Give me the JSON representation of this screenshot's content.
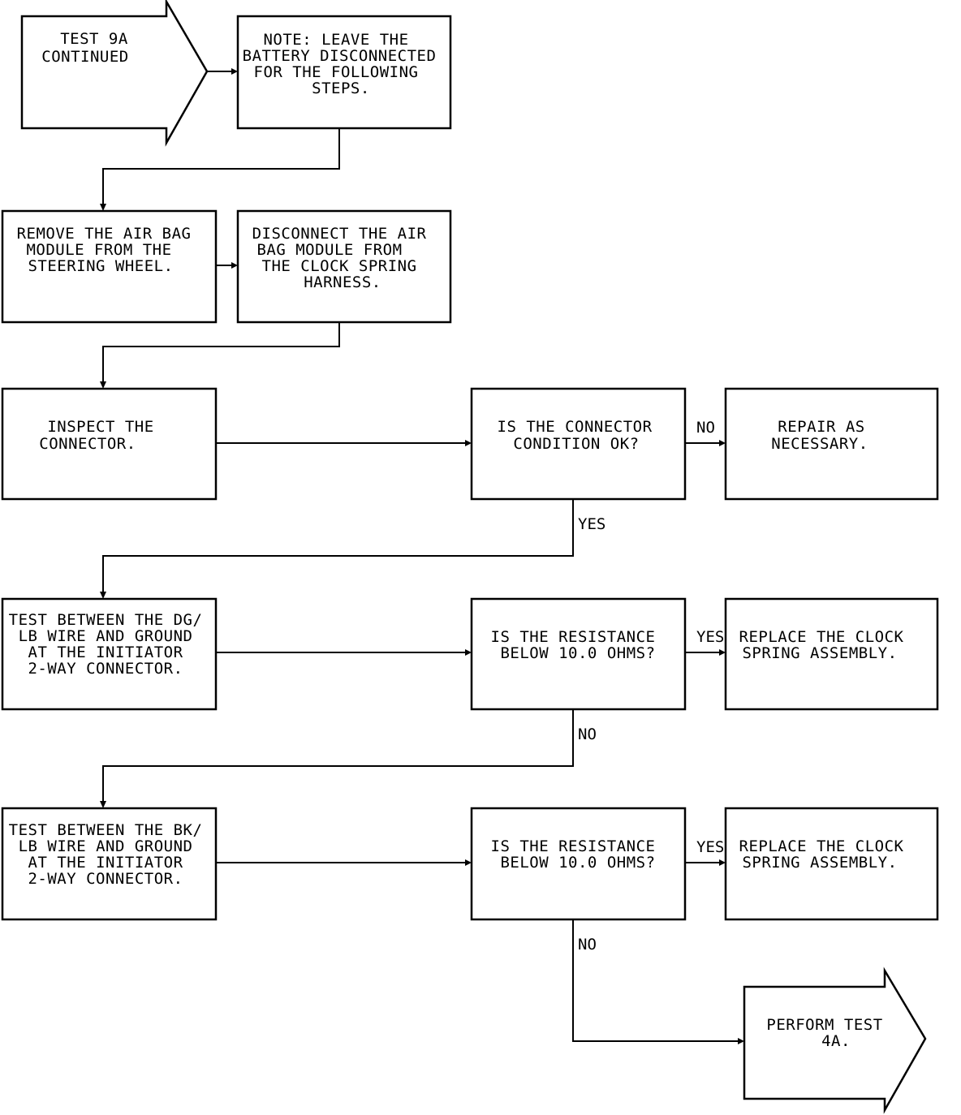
{
  "entry": {
    "lines": [
      "TEST 9A",
      "CONTINUED"
    ]
  },
  "steps": {
    "note": {
      "lines": [
        "NOTE: LEAVE THE",
        "BATTERY DISCONNECTED",
        "FOR THE FOLLOWING",
        "STEPS."
      ]
    },
    "remove_module": {
      "lines": [
        "REMOVE THE AIR BAG",
        "MODULE FROM THE",
        "STEERING WHEEL."
      ]
    },
    "disconnect_module": {
      "lines": [
        "DISCONNECT THE AIR",
        "BAG MODULE FROM",
        "THE CLOCK SPRING",
        "HARNESS."
      ]
    },
    "inspect": {
      "lines": [
        "INSPECT THE",
        "CONNECTOR."
      ]
    },
    "connector_ok": {
      "lines": [
        "IS THE CONNECTOR",
        "CONDITION OK?"
      ]
    },
    "repair": {
      "lines": [
        "REPAIR AS",
        "NECESSARY."
      ]
    },
    "test_dg": {
      "lines": [
        "TEST BETWEEN THE DG/",
        "LB WIRE AND GROUND",
        "AT THE INITIATOR",
        "2-WAY CONNECTOR."
      ]
    },
    "resistance_1": {
      "lines": [
        "IS THE RESISTANCE",
        "BELOW 10.0 OHMS?"
      ]
    },
    "replace_1": {
      "lines": [
        "REPLACE THE CLOCK",
        "SPRING ASSEMBLY."
      ]
    },
    "test_bk": {
      "lines": [
        "TEST BETWEEN THE BK/",
        "LB WIRE AND GROUND",
        "AT THE INITIATOR",
        "2-WAY CONNECTOR."
      ]
    },
    "resistance_2": {
      "lines": [
        "IS THE RESISTANCE",
        "BELOW 10.0 OHMS?"
      ]
    },
    "replace_2": {
      "lines": [
        "REPLACE THE CLOCK",
        "SPRING ASSEMBLY."
      ]
    }
  },
  "exit": {
    "lines": [
      "PERFORM TEST",
      "4A."
    ]
  },
  "branch_labels": {
    "connector_no": "NO",
    "connector_yes": "YES",
    "resistance1_yes": "YES",
    "resistance1_no": "NO",
    "resistance2_yes": "YES",
    "resistance2_no": "NO"
  }
}
